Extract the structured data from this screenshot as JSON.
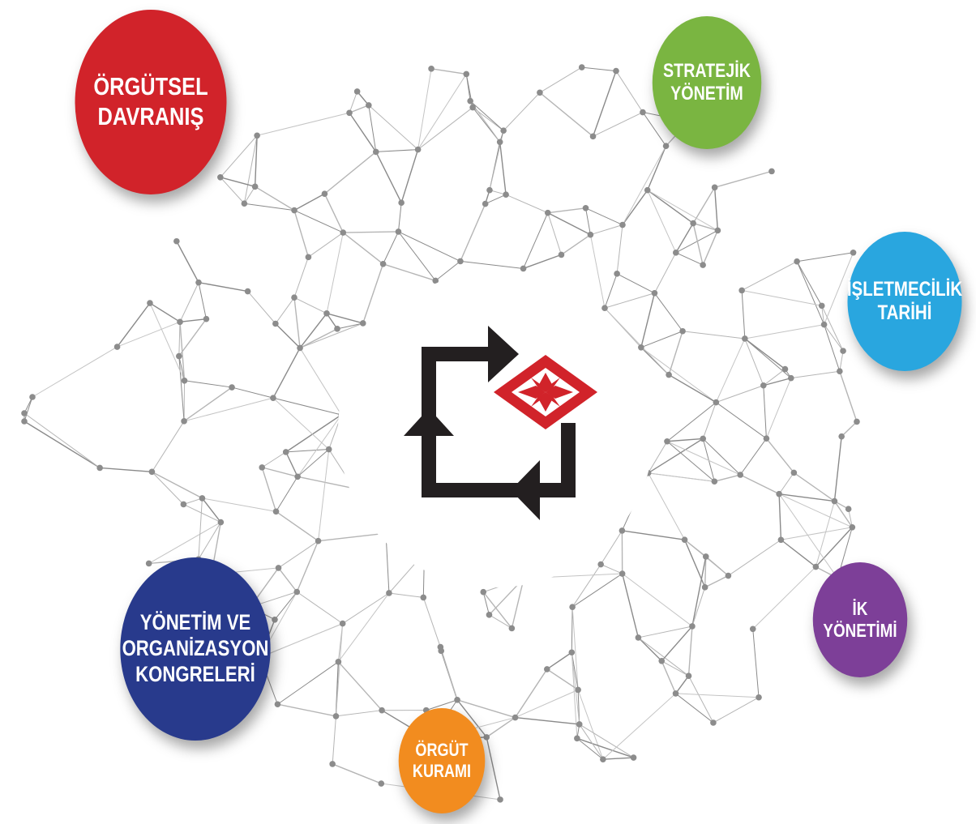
{
  "colors": {
    "red": "#d1232a",
    "green": "#7ab541",
    "blue": "#29a6df",
    "purple": "#7d3f98",
    "navy": "#283a8c",
    "orange": "#f28c1f",
    "logo_black": "#231f20",
    "logo_red": "#d1232a",
    "network_line": "#8a8a8a",
    "network_node": "#8c8c8c"
  },
  "topics": [
    {
      "id": "orgutsel",
      "label": "ÖRGÜTSEL\nDAVRANIŞ",
      "color": "#d1232a"
    },
    {
      "id": "stratejik",
      "label": "STRATEJİK\nYÖNETİM",
      "color": "#7ab541"
    },
    {
      "id": "isletme",
      "label": "İŞLETMECİLİK\nTARİHİ",
      "color": "#29a6df"
    },
    {
      "id": "ik",
      "label": "İK\nYÖNETİMİ",
      "color": "#7d3f98"
    },
    {
      "id": "kongre",
      "label": "YÖNETİM VE\nORGANİZASYON\nKONGRELERİ",
      "color": "#283a8c"
    },
    {
      "id": "kuram",
      "label": "ÖRGÜT\nKURAMI",
      "color": "#f28c1f"
    }
  ],
  "center": {
    "icon": "cycle-arrows-logo-icon"
  }
}
